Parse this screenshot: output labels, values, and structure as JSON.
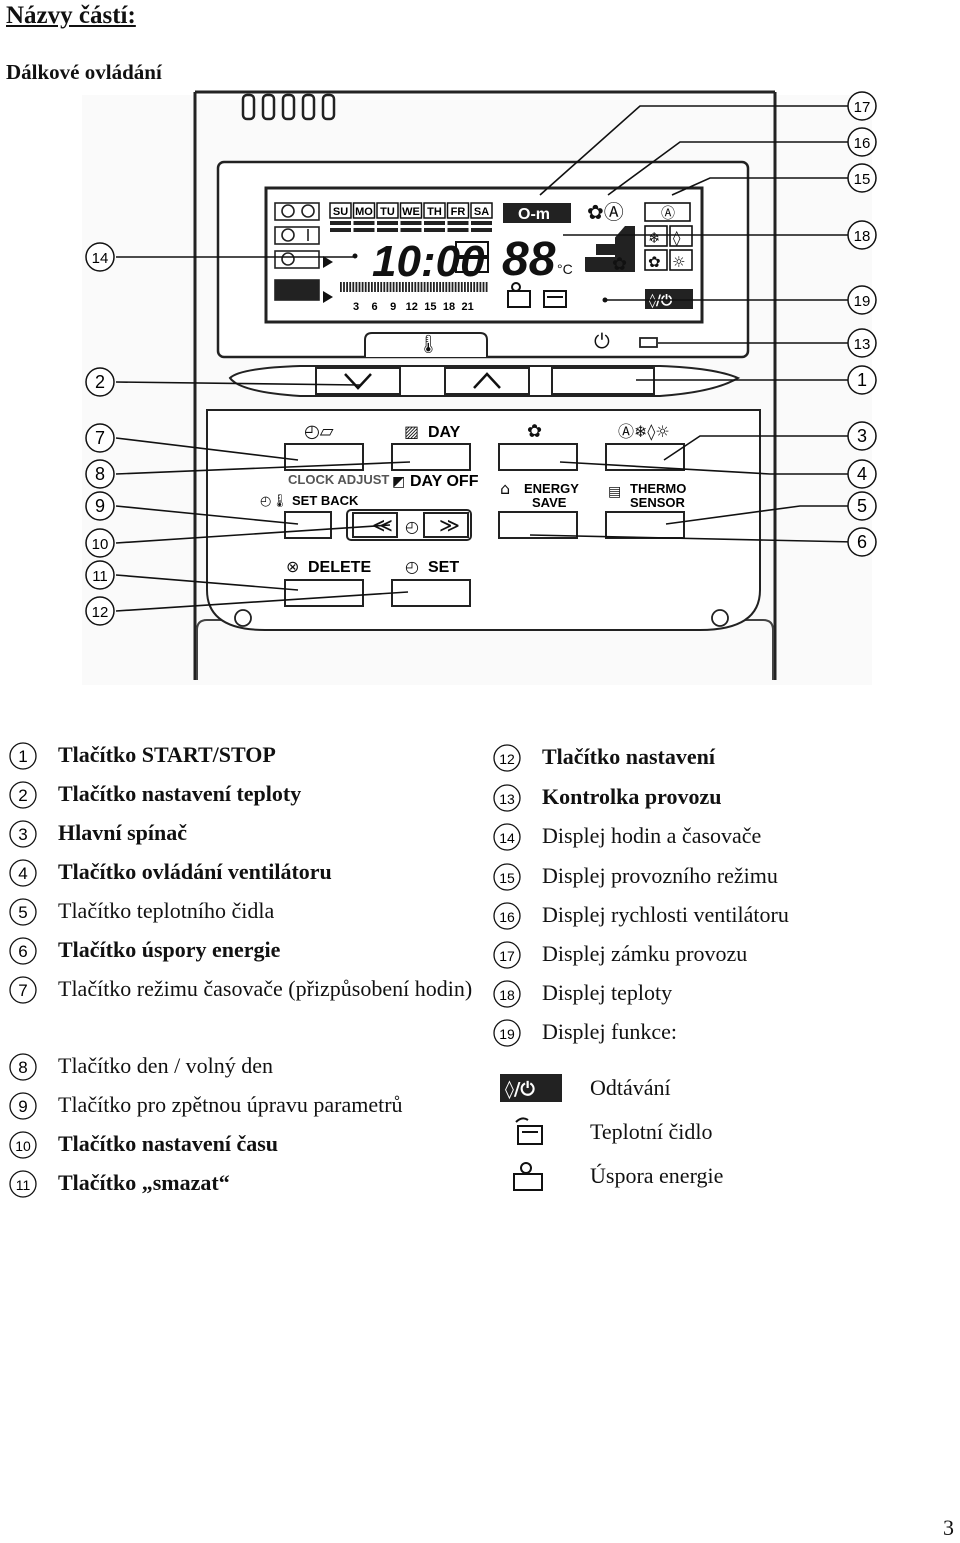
{
  "header": {
    "title": "Názvy částí:",
    "subtitle": "Dálkové ovládání"
  },
  "remote": {
    "lcd_days": [
      "SU",
      "MO",
      "TU",
      "WE",
      "TH",
      "FR",
      "SA"
    ],
    "lcd_clock": "10:00",
    "lcd_temp": "88",
    "lcd_temp_unit": "°C",
    "lcd_hours": [
      "3",
      "6",
      "9",
      "12",
      "15",
      "18",
      "21"
    ],
    "buttons": {
      "day": "DAY",
      "day_off": "DAY OFF",
      "clock_adjust": "CLOCK ADJUST",
      "set_back": "SET BACK",
      "energy_save_1": "ENERGY",
      "energy_save_2": "SAVE",
      "thermo_sensor_1": "THERMO",
      "thermo_sensor_2": "SENSOR",
      "delete": "DELETE",
      "set": "SET"
    },
    "callouts": [
      "1",
      "2",
      "3",
      "4",
      "5",
      "6",
      "7",
      "8",
      "9",
      "10",
      "11",
      "12",
      "13",
      "14",
      "15",
      "16",
      "17",
      "18",
      "19"
    ]
  },
  "legend_left": [
    {
      "num": "1",
      "text": "Tlačítko START/STOP",
      "bold": true
    },
    {
      "num": "2",
      "text": "Tlačítko nastavení teploty",
      "bold": true
    },
    {
      "num": "3",
      "text": "Hlavní spínač",
      "bold": true
    },
    {
      "num": "4",
      "text": "Tlačítko ovládání ventilátoru",
      "bold": true
    },
    {
      "num": "5",
      "text": "Tlačítko teplotního čidla",
      "bold": false
    },
    {
      "num": "6",
      "text": "Tlačítko úspory energie",
      "bold": true
    },
    {
      "num": "7",
      "text": "Tlačítko režimu časovače (přizpůsobení hodin)",
      "bold": false
    },
    {
      "num": "8",
      "text": "Tlačítko den / volný den",
      "bold": false
    },
    {
      "num": "9",
      "text": "Tlačítko pro zpětnou úpravu parametrů",
      "bold": false
    },
    {
      "num": "10",
      "text": "Tlačítko nastavení času",
      "bold": true
    },
    {
      "num": "11",
      "text": "Tlačítko „smazat“",
      "bold": true
    }
  ],
  "legend_right": [
    {
      "num": "12",
      "text": "Tlačítko nastavení",
      "bold": true
    },
    {
      "num": "13",
      "text": "Kontrolka provozu",
      "bold": true
    },
    {
      "num": "14",
      "text": "Displej hodin a časovače",
      "bold": false
    },
    {
      "num": "15",
      "text": "Displej provozního režimu",
      "bold": false
    },
    {
      "num": "16",
      "text": "Displej rychlosti ventilátoru",
      "bold": false
    },
    {
      "num": "17",
      "text": "Displej zámku provozu",
      "bold": false
    },
    {
      "num": "18",
      "text": "Displej teploty",
      "bold": false
    },
    {
      "num": "19",
      "text": "Displej funkce:",
      "bold": false
    }
  ],
  "functions": [
    {
      "icon": "defrost-icon",
      "text": "Odtávání"
    },
    {
      "icon": "thermo-sensor-icon",
      "text": "Teplotní čidlo"
    },
    {
      "icon": "energy-save-icon",
      "text": "Úspora energie"
    }
  ],
  "footer": {
    "page_number": "3"
  }
}
